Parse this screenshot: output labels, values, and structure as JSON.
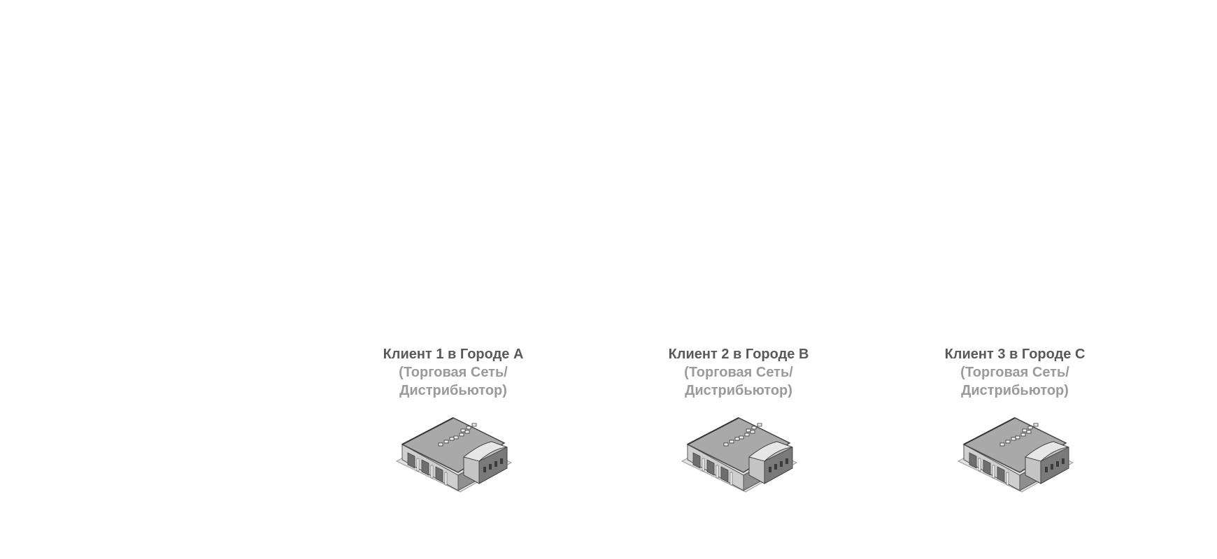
{
  "clients": [
    {
      "title": "Клиент 1 в Городе A",
      "line1": "(Торговая Сеть/",
      "line2": "Дистрибьютор)",
      "icon": "warehouse-building-icon"
    },
    {
      "title": "Клиент 2 в Городе B",
      "line1": "(Торговая Сеть/",
      "line2": "Дистрибьютор)",
      "icon": "warehouse-building-icon"
    },
    {
      "title": "Клиент 3 в Городе C",
      "line1": "(Торговая Сеть/",
      "line2": "Дистрибьютор)",
      "icon": "warehouse-building-icon"
    }
  ],
  "colors": {
    "title": "#595959",
    "subtitle": "#9a9a9a"
  }
}
